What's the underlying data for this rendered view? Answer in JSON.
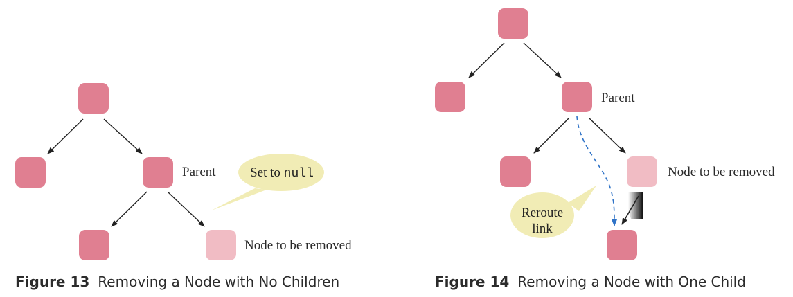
{
  "figure13": {
    "fig_label": "Figure 13",
    "caption": "Removing a Node with No Children",
    "parent_label": "Parent",
    "removed_label": "Node to be removed",
    "callout_prefix": "Set to ",
    "callout_code": "null"
  },
  "figure14": {
    "fig_label": "Figure 14",
    "caption": "Removing a Node with One Child",
    "parent_label": "Parent",
    "removed_label": "Node to be removed",
    "callout_line1": "Reroute",
    "callout_line2": "link"
  },
  "colors": {
    "node": "#e07f91",
    "removed_node": "#f1bcc4",
    "callout": "#f1ecb5",
    "dashed_link": "#2f73c7",
    "arrow": "#222222"
  }
}
